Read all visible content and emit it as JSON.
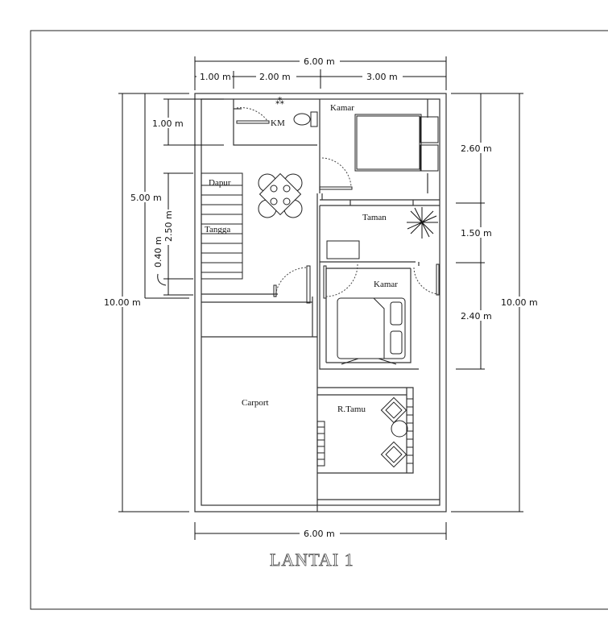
{
  "title": "LANTAI 1",
  "dimensions": {
    "top_total": "6.00 m",
    "top_seg1": "1.00 m",
    "top_seg2": "2.00 m",
    "top_seg3": "3.00 m",
    "bottom_total": "6.00 m",
    "left_total": "10.00 m",
    "left_5m": "5.00 m",
    "left_1m": "1.00 m",
    "left_250": "2.50 m",
    "left_040": "0.40 m",
    "right_total": "10.00 m",
    "right_260": "2.60 m",
    "right_150": "1.50 m",
    "right_240": "2.40 m"
  },
  "rooms": {
    "km": "KM",
    "kamar1": "Kamar",
    "dapur": "Dapur",
    "tangga": "Tangga",
    "taman": "Taman",
    "kamar2": "Kamar",
    "carport": "Carport",
    "r_tamu": "R.Tamu"
  }
}
